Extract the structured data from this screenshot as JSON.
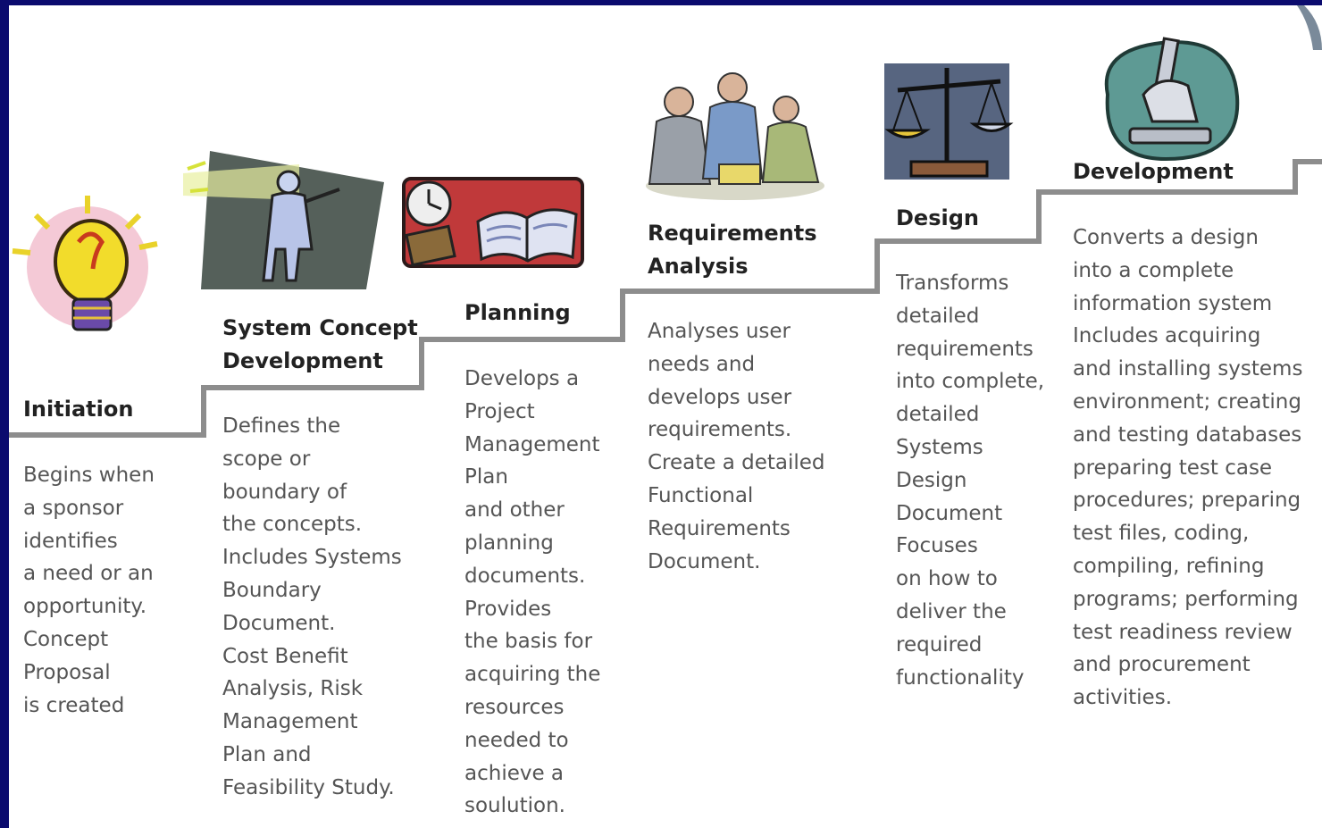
{
  "stages": [
    {
      "title": "Initiation",
      "description": "Begins when\na sponsor\nidentifies\na need or an\nopportunity.\nConcept\nProposal\nis created",
      "icon": "lightbulb-icon"
    },
    {
      "title": "System Concept\nDevelopment",
      "description": "Defines the\nscope or\nboundary of\nthe concepts.\nIncludes Systems\nBoundary\nDocument.\nCost Benefit\nAnalysis, Risk\nManagement\nPlan and\nFeasibility Study.",
      "icon": "spotlight-person-icon"
    },
    {
      "title": "Planning",
      "description": "Develops a\nProject\nManagement\nPlan\nand other\nplanning\ndocuments.\nProvides\nthe basis for\nacquiring the\nresources\nneeded to\nachieve a\nsoulution.",
      "icon": "book-clock-icon"
    },
    {
      "title": "Requirements\nAnalysis",
      "description": "Analyses user\nneeds and\ndevelops user\nrequirements.\nCreate a detailed\nFunctional\nRequirements\nDocument.",
      "icon": "team-meeting-icon"
    },
    {
      "title": "Design",
      "description": "Transforms\ndetailed\nrequirements\ninto complete,\ndetailed\nSystems\nDesign\nDocument\nFocuses\non how to\ndeliver the\nrequired\nfunctionality",
      "icon": "scales-icon"
    },
    {
      "title": "Development",
      "description": "Converts a design\ninto a complete\ninformation system\nIncludes acquiring\nand installing systems\nenvironment; creating\nand testing databases\npreparing test case\nprocedures; preparing\ntest files, coding,\ncompiling, refining\nprograms; performing\ntest readiness review\nand procurement\nactivities.",
      "icon": "microscope-icon"
    }
  ]
}
